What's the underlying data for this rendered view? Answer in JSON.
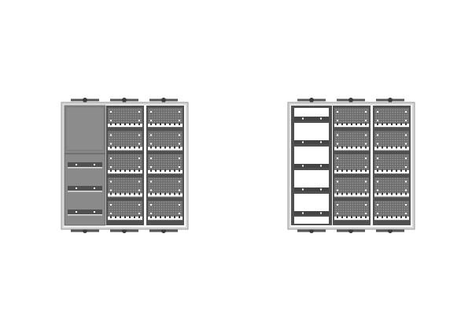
{
  "drawing": {
    "cabinets": [
      {
        "id": "cabinet-left",
        "left_section": "covered",
        "module_columns": 2,
        "module_rows": 5,
        "din_rails": 3
      },
      {
        "id": "cabinet-right",
        "left_section": "open",
        "module_columns": 2,
        "module_rows": 5,
        "din_rails": 5
      }
    ],
    "colors": {
      "frame": "#d8d8d8",
      "frame_border": "#999999",
      "cover": "#8a8a8a",
      "module_body": "#6e6e6e",
      "rail": "#505050",
      "dark": "#3a3a3a",
      "white": "#ffffff"
    }
  }
}
